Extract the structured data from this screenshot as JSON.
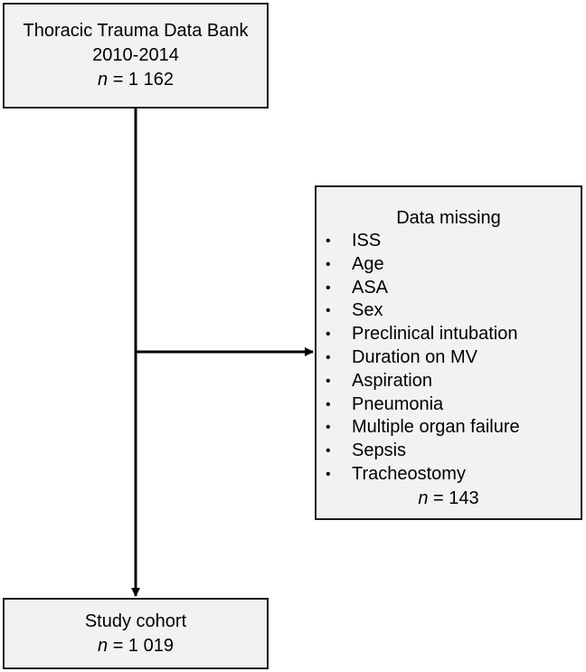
{
  "top_box": {
    "line1": "Thoracic Trauma Data Bank",
    "line2": "2010-2014",
    "n_symbol": "n",
    "n_value": "= 1 162"
  },
  "side_box": {
    "title": "Data missing",
    "items": [
      "ISS",
      "Age",
      "ASA",
      "Sex",
      "Preclinical intubation",
      "Duration on MV",
      "Aspiration",
      "Pneumonia",
      "Multiple organ failure",
      "Sepsis",
      "Tracheostomy"
    ],
    "n_symbol": "n",
    "n_value": "= 143"
  },
  "bottom_box": {
    "line1": "Study cohort",
    "n_symbol": "n",
    "n_value": "= 1 019"
  }
}
